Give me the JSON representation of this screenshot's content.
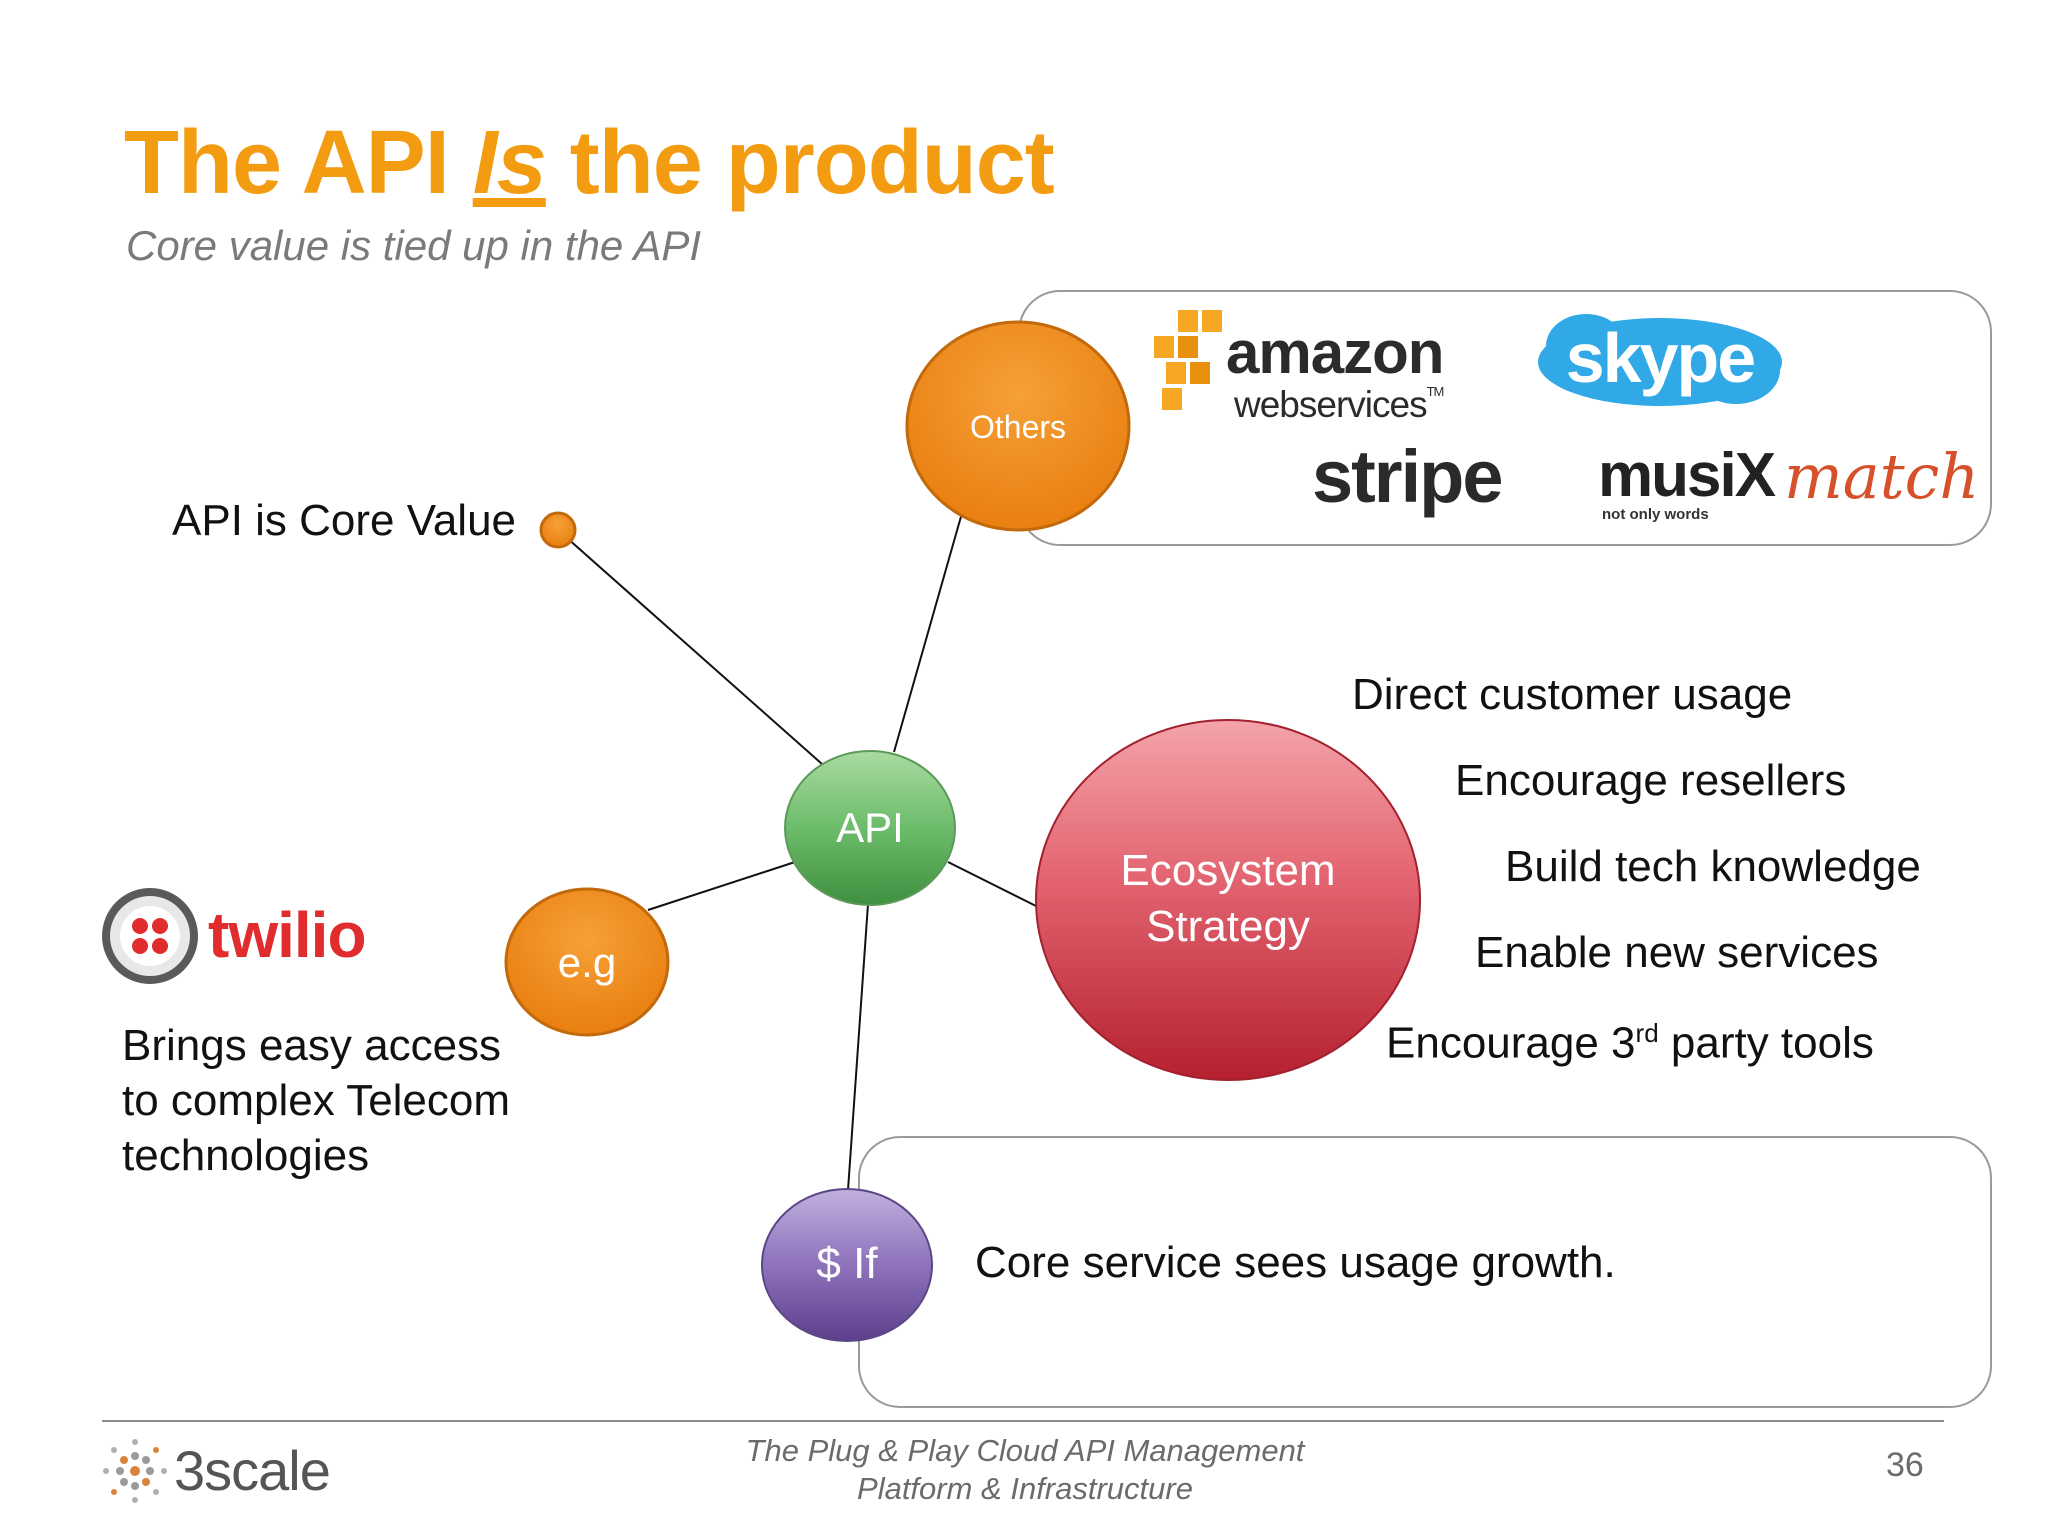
{
  "slide": {
    "title_pre": "The API ",
    "title_em": "Is",
    "title_post": " the product",
    "subtitle": "Core value is tied up in the API"
  },
  "diagram": {
    "center": "API",
    "others": "Others",
    "eg": "e.g",
    "ecosystem_line1": "Ecosystem",
    "ecosystem_line2": "Strategy",
    "if": "$ If",
    "core_value": "API is Core Value",
    "twilio_desc_1": "Brings easy access",
    "twilio_desc_2": "to complex Telecom",
    "twilio_desc_3": "technologies",
    "growth": "Core service sees usage growth.",
    "strategies": [
      "Direct customer usage",
      "Encourage resellers",
      "Build tech knowledge",
      "Enable new services"
    ],
    "strategy5_pre": "Encourage 3",
    "strategy5_sup": "rd",
    "strategy5_post": " party tools"
  },
  "logos": {
    "amazon_main": "amazon",
    "amazon_sub": "webservices",
    "amazon_tm": "TM",
    "skype": "skype",
    "stripe": "stripe",
    "musix_1": "musiX",
    "musix_2": "match",
    "musix_tag": "not only words",
    "twilio": "twilio",
    "threescale": "3scale"
  },
  "footer": {
    "line1": "The Plug & Play Cloud API Management",
    "line2": "Platform & Infrastructure",
    "page": "36"
  },
  "colors": {
    "orange": "#f39c12",
    "node_orange": "#ee8313",
    "green": "#5fb060",
    "red": "#cf3b4b",
    "purple": "#7b5ea8"
  }
}
